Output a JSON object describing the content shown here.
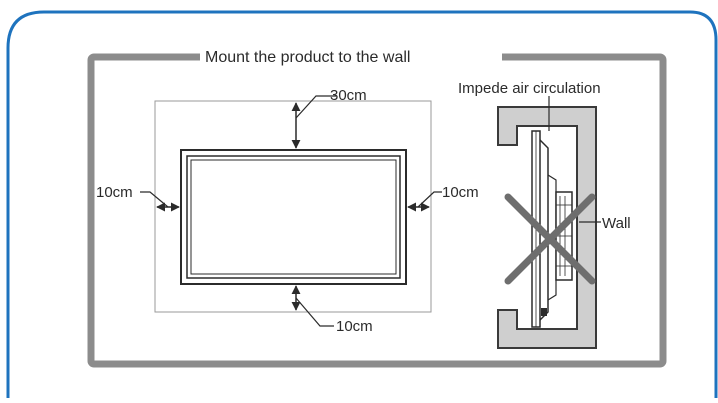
{
  "figure": {
    "frame_title": "Mount the product to the wall",
    "clearance": {
      "top": "30cm",
      "left": "10cm",
      "right": "10cm",
      "bottom": "10cm"
    },
    "side_view": {
      "warning": "Impede air circulation",
      "wall_label": "Wall"
    }
  },
  "colors": {
    "card_border": "#1e73be",
    "frame_gray": "#8c8c8c",
    "line": "#2b2b2b",
    "cross": "#6e6e6e"
  }
}
